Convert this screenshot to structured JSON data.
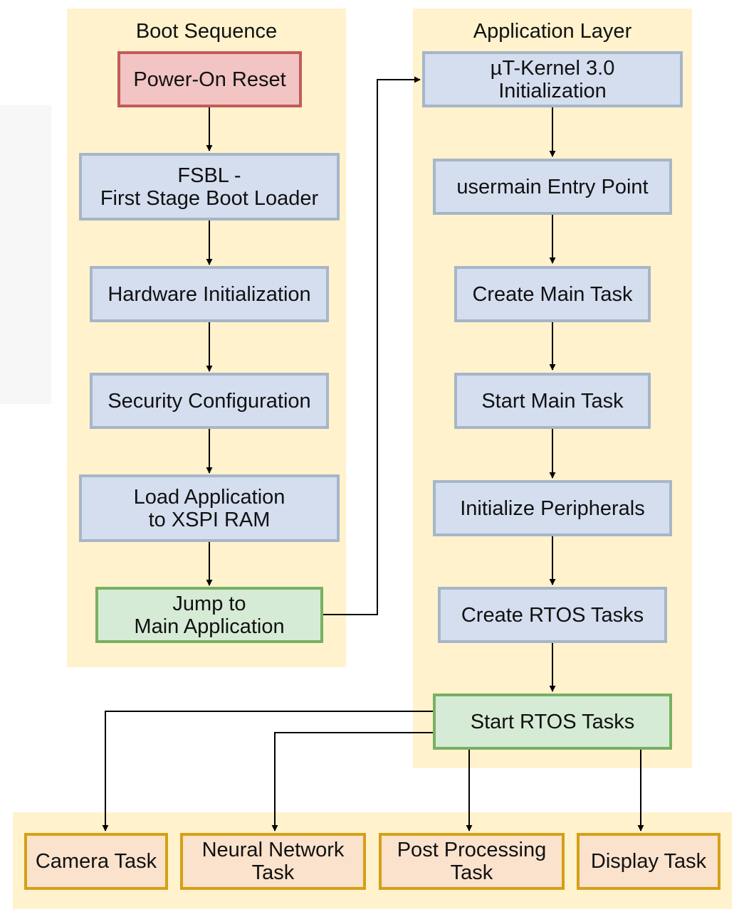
{
  "clusters": {
    "boot": {
      "title": "Boot Sequence"
    },
    "app": {
      "title": "Application Layer"
    },
    "tasks": {
      "title": ""
    }
  },
  "nodes": {
    "power_on": {
      "lines": [
        "Power-On Reset"
      ]
    },
    "fsbl": {
      "lines": [
        "FSBL -",
        "First Stage Boot Loader"
      ]
    },
    "hw_init": {
      "lines": [
        "Hardware Initialization"
      ]
    },
    "security": {
      "lines": [
        "Security Configuration"
      ]
    },
    "load_app": {
      "lines": [
        "Load Application",
        "to XSPI RAM"
      ]
    },
    "jump": {
      "lines": [
        "Jump to",
        "Main Application"
      ]
    },
    "kernel": {
      "lines": [
        "µT-Kernel 3.0",
        "Initialization"
      ]
    },
    "usermain": {
      "lines": [
        "usermain Entry Point"
      ]
    },
    "create_main": {
      "lines": [
        "Create Main Task"
      ]
    },
    "start_main": {
      "lines": [
        "Start Main Task"
      ]
    },
    "init_periph": {
      "lines": [
        "Initialize Peripherals"
      ]
    },
    "create_rtos": {
      "lines": [
        "Create RTOS Tasks"
      ]
    },
    "start_rtos": {
      "lines": [
        "Start RTOS Tasks"
      ]
    },
    "camera": {
      "lines": [
        "Camera Task"
      ]
    },
    "neural": {
      "lines": [
        "Neural Network",
        "Task"
      ]
    },
    "post": {
      "lines": [
        "Post Processing",
        "Task"
      ]
    },
    "display": {
      "lines": [
        "Display Task"
      ]
    }
  },
  "colors": {
    "cluster_fill": "#fff2cc",
    "node_fill": "#d4deef",
    "node_border": "#a6b6c8",
    "start_fill": "#f2c4c4",
    "start_border": "#c45a5a",
    "transition_fill": "#d6ebd6",
    "transition_border": "#78b062",
    "task_fill": "#fbe2cc",
    "task_border": "#d4a017",
    "edge": "#000000"
  }
}
